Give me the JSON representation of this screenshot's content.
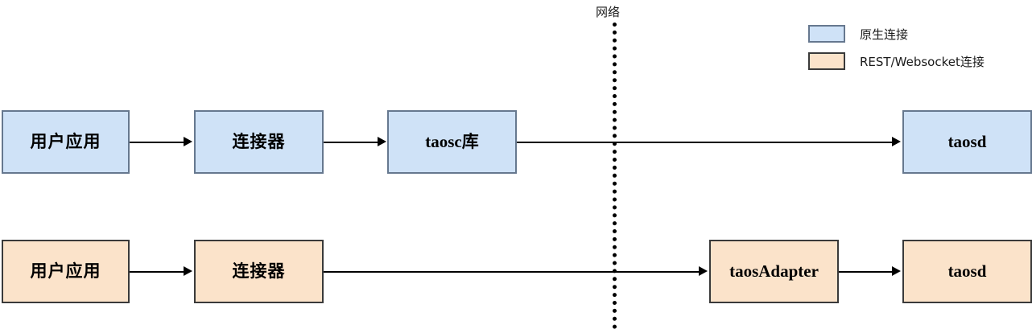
{
  "diagram": {
    "title_visible": false,
    "divider": {
      "label": "网络",
      "style": "dotted-vertical"
    },
    "legend": {
      "items": [
        {
          "label": "原生连接",
          "color": "#cfe2f7",
          "border": "#66788f",
          "key": "native"
        },
        {
          "label": "REST/Websocket连接",
          "color": "#fbe3ca",
          "border": "#3a3a3a",
          "key": "rest"
        }
      ]
    },
    "rows": [
      {
        "key": "native-row",
        "style": "native",
        "nodes": [
          {
            "id": "native-user-app",
            "label": "用户应用",
            "script": "cn"
          },
          {
            "id": "native-connector",
            "label": "连接器",
            "script": "cn"
          },
          {
            "id": "native-taosc",
            "label": "taosc库",
            "script": "mixed"
          },
          {
            "id": "native-taosd",
            "label": "taosd",
            "script": "en"
          }
        ]
      },
      {
        "key": "rest-row",
        "style": "rest",
        "nodes": [
          {
            "id": "rest-user-app",
            "label": "用户应用",
            "script": "cn"
          },
          {
            "id": "rest-connector",
            "label": "连接器",
            "script": "cn"
          },
          {
            "id": "rest-taosadapter",
            "label": "taosAdapter",
            "script": "en"
          },
          {
            "id": "rest-taosd",
            "label": "taosd",
            "script": "en"
          }
        ]
      }
    ]
  }
}
